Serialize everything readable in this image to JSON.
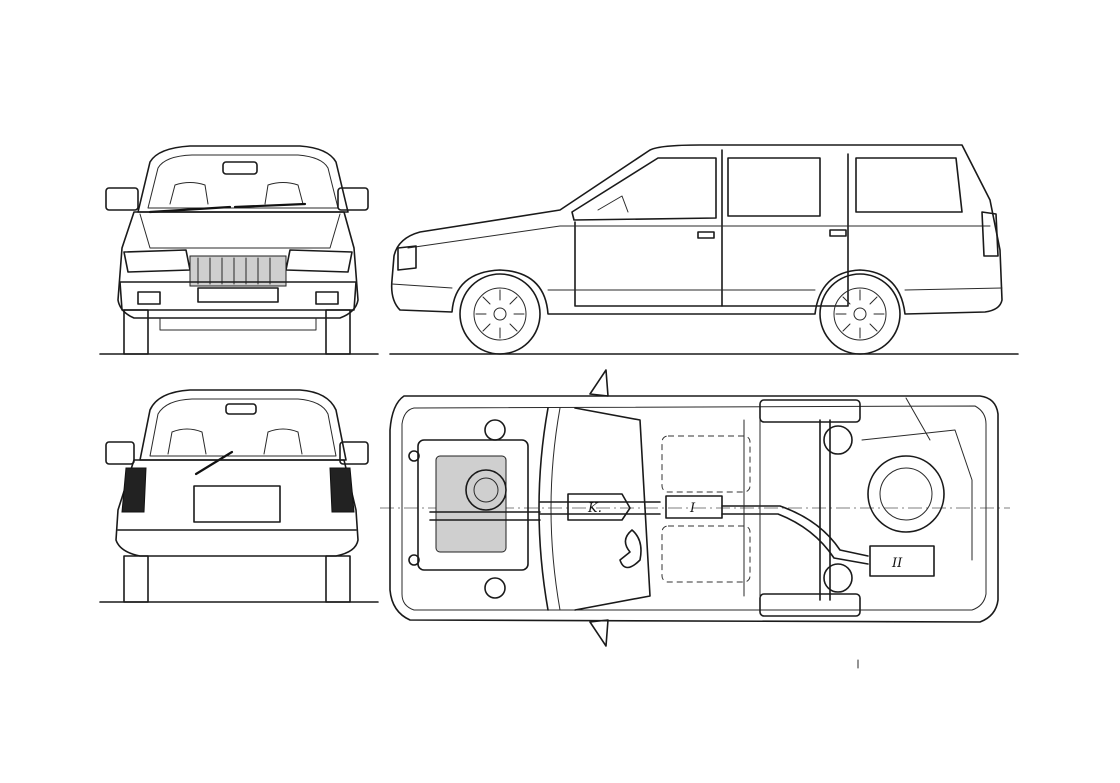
{
  "labels": {
    "exhaust_K": "K.",
    "exhaust_I": "I",
    "tank_II": "II"
  },
  "views": [
    "front-view",
    "side-view",
    "rear-view",
    "underside-view"
  ]
}
